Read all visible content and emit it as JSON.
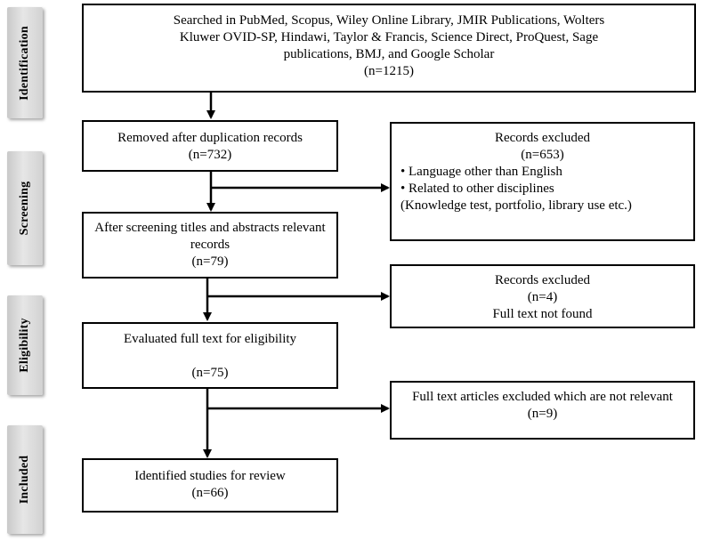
{
  "stages": {
    "identification": "Identification",
    "screening": "Screening",
    "eligibility": "Eligibility",
    "included": "Included"
  },
  "boxes": {
    "search": {
      "lines": [
        "Searched in PubMed, Scopus, Wiley Online Library, JMIR Publications, Wolters",
        "Kluwer OVID-SP, Hindawi, Taylor & Francis, Science Direct, ProQuest, Sage",
        "publications, BMJ, and Google Scholar"
      ],
      "count": "(n=1215)"
    },
    "dedup": {
      "text": "Removed after duplication records",
      "count": "(n=732)"
    },
    "excluded1": {
      "title": "Records excluded",
      "count": "(n=653)",
      "bullets": [
        "• Language other than English",
        "• Related to other disciplines",
        "(Knowledge test, portfolio, library use etc.)"
      ]
    },
    "screened": {
      "lines": [
        "After screening titles and abstracts relevant",
        "records"
      ],
      "count": "(n=79)"
    },
    "excluded2": {
      "title": "Records excluded",
      "count": "(n=4)",
      "reason": "Full text not found"
    },
    "fulltext": {
      "text": "Evaluated full text for eligibility",
      "count": "(n=75)"
    },
    "excluded3": {
      "text": "Full text articles excluded which are not relevant",
      "count": "(n=9)"
    },
    "included": {
      "text": "Identified studies for review",
      "count": "(n=66)"
    }
  }
}
